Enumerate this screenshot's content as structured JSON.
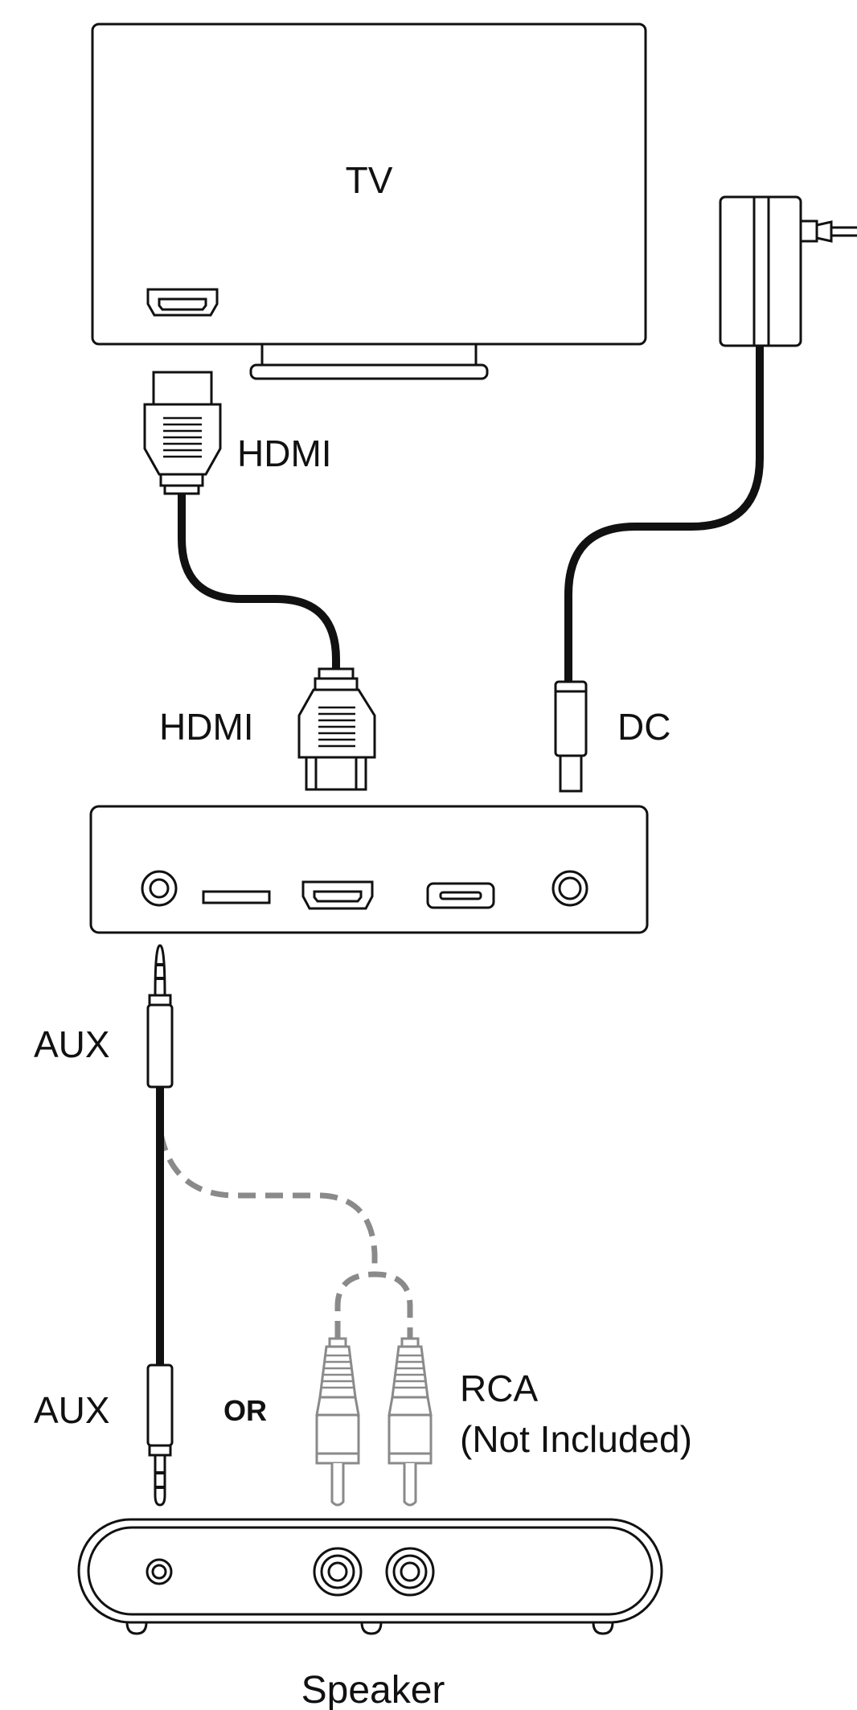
{
  "labels": {
    "tv": "TV",
    "hdmi_top": "HDMI",
    "hdmi_bottom": "HDMI",
    "dc": "DC",
    "aux_top": "AUX",
    "aux_bottom": "AUX",
    "or": "OR",
    "rca_line1": "RCA",
    "rca_line2": "(Not Included)",
    "speaker": "Speaker"
  },
  "colors": {
    "line": "#111111",
    "optional_cable": "#8a8a8a",
    "background": "#ffffff"
  },
  "icons": {
    "tv": "tv-icon",
    "hdmi_port": "hdmi-port-icon",
    "power_adapter": "power-adapter-icon",
    "hdmi_plug": "hdmi-plug-icon",
    "dc_plug": "dc-plug-icon",
    "device": "streaming-device-icon",
    "aux_plug": "aux-plug-icon",
    "rca_plug": "rca-plug-icon",
    "speaker": "speaker-icon"
  }
}
